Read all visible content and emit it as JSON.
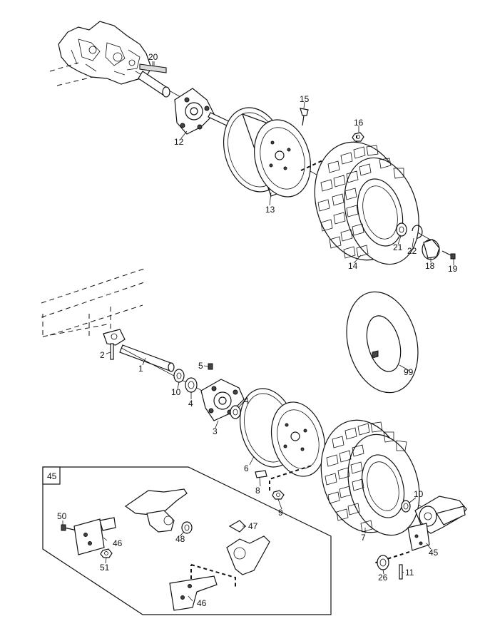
{
  "diagram": {
    "title": "Wheel assembly exploded parts diagram",
    "inset_label": "45",
    "callouts": [
      {
        "id": "c20",
        "label": "20"
      },
      {
        "id": "c12",
        "label": "12"
      },
      {
        "id": "c15",
        "label": "15"
      },
      {
        "id": "c16",
        "label": "16"
      },
      {
        "id": "c13",
        "label": "13"
      },
      {
        "id": "c21",
        "label": "21"
      },
      {
        "id": "c22",
        "label": "22"
      },
      {
        "id": "c14",
        "label": "14"
      },
      {
        "id": "c18",
        "label": "18"
      },
      {
        "id": "c19",
        "label": "19"
      },
      {
        "id": "c2",
        "label": "2"
      },
      {
        "id": "c1",
        "label": "1"
      },
      {
        "id": "c5",
        "label": "5"
      },
      {
        "id": "c10a",
        "label": "10"
      },
      {
        "id": "c4a",
        "label": "4"
      },
      {
        "id": "c4b",
        "label": "4"
      },
      {
        "id": "c3",
        "label": "3"
      },
      {
        "id": "c99",
        "label": "99"
      },
      {
        "id": "c6",
        "label": "6"
      },
      {
        "id": "c8",
        "label": "8"
      },
      {
        "id": "c9",
        "label": "9"
      },
      {
        "id": "c10b",
        "label": "10"
      },
      {
        "id": "c7",
        "label": "7"
      },
      {
        "id": "c45",
        "label": "45"
      },
      {
        "id": "c26",
        "label": "26"
      },
      {
        "id": "c11",
        "label": "11"
      },
      {
        "id": "c50",
        "label": "50"
      },
      {
        "id": "c46a",
        "label": "46"
      },
      {
        "id": "c48",
        "label": "48"
      },
      {
        "id": "c47",
        "label": "47"
      },
      {
        "id": "c51",
        "label": "51"
      },
      {
        "id": "c46b",
        "label": "46"
      }
    ]
  }
}
